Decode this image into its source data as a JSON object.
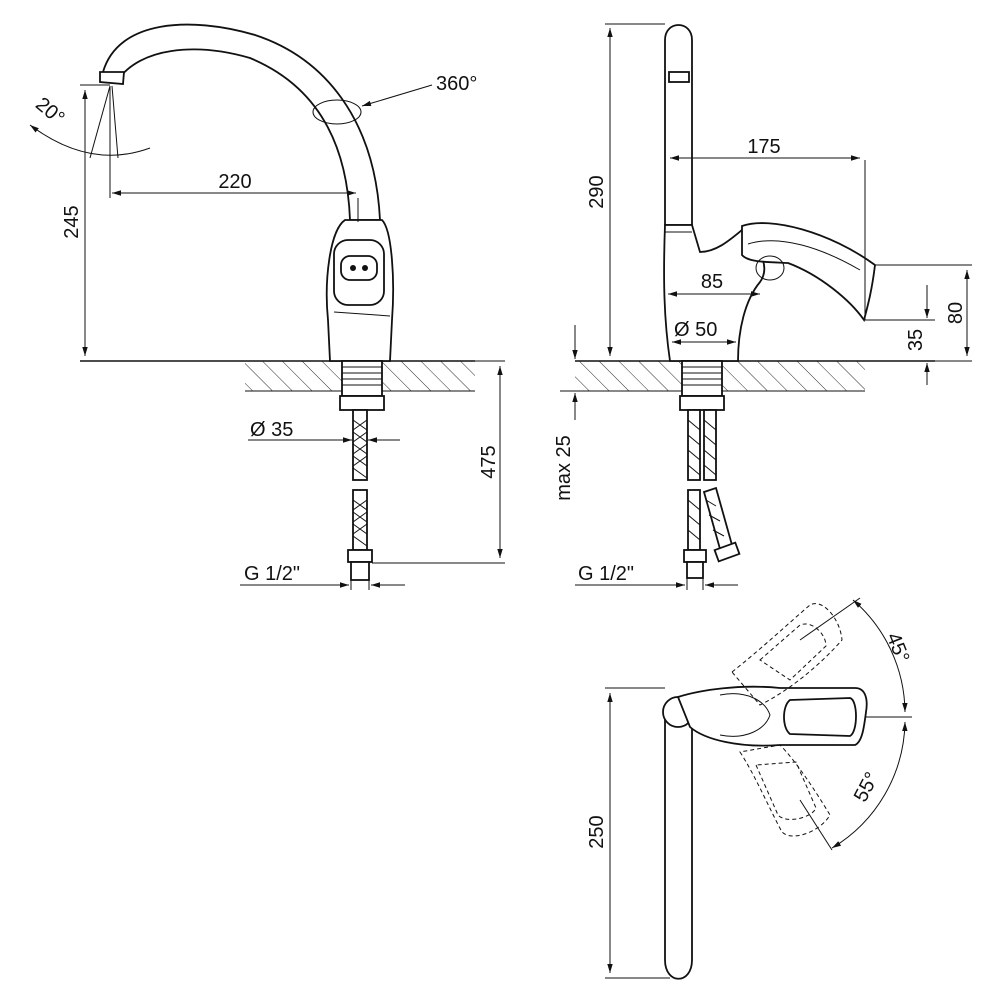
{
  "front_view": {
    "spout_reach": "220",
    "spout_height": "245",
    "swivel_angle": "360°",
    "aerator_tilt": "20°",
    "flange_diameter": "Ø 35",
    "hose_length": "475",
    "connection_thread": "G 1/2\""
  },
  "side_view": {
    "total_height": "290",
    "lever_reach": "175",
    "body_depth": "85",
    "base_diameter": "Ø 50",
    "lever_height": "80",
    "lever_low": "35",
    "max_countertop": "max 25",
    "connection_thread": "G 1/2\""
  },
  "top_view": {
    "spout_length": "250",
    "lever_angle_upper": "45°",
    "lever_angle_lower": "55°"
  }
}
